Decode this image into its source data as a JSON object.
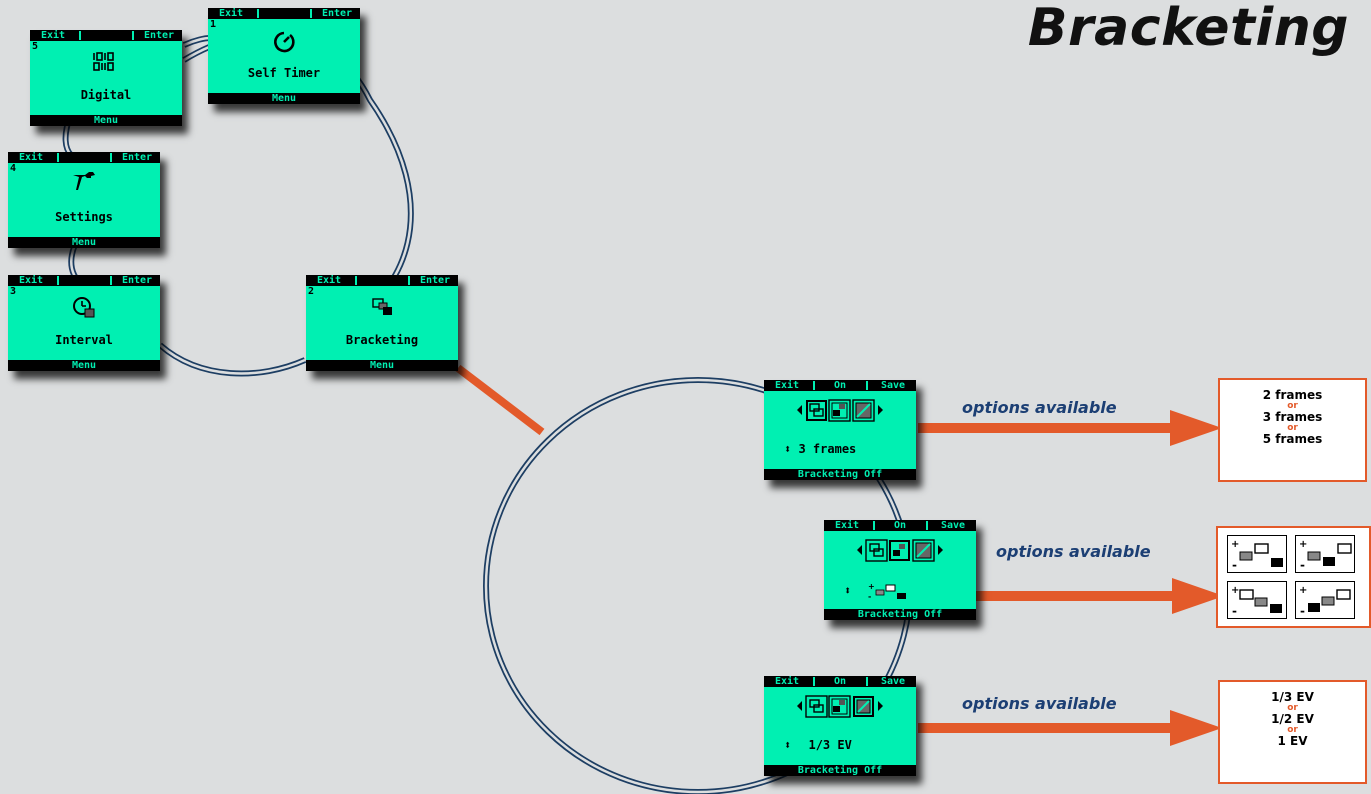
{
  "title": "Bracketing",
  "colors": {
    "screen": "#00f0b2",
    "accent": "#e35a2a",
    "label": "#1c3f74",
    "ring": "#1d3e63",
    "background": "#dcdedf"
  },
  "menu_screens": [
    {
      "id": "digital",
      "number": "5",
      "label": "Digital",
      "icon": "binary-icon",
      "left": "Exit",
      "mid": "",
      "right": "Enter",
      "bottom": "Menu"
    },
    {
      "id": "self-timer",
      "number": "1",
      "label": "Self Timer",
      "icon": "timer-icon",
      "left": "Exit",
      "mid": "",
      "right": "Enter",
      "bottom": "Menu"
    },
    {
      "id": "settings",
      "number": "4",
      "label": "Settings",
      "icon": "wrench-icon",
      "left": "Exit",
      "mid": "",
      "right": "Enter",
      "bottom": "Menu"
    },
    {
      "id": "interval",
      "number": "3",
      "label": "Interval",
      "icon": "interval-clock-icon",
      "left": "Exit",
      "mid": "",
      "right": "Enter",
      "bottom": "Menu"
    },
    {
      "id": "bracketing",
      "number": "2",
      "label": "Bracketing",
      "icon": "bracketing-icon",
      "left": "Exit",
      "mid": "",
      "right": "Enter",
      "bottom": "Menu"
    }
  ],
  "sub_screens": [
    {
      "id": "frames",
      "left": "Exit",
      "mid": "On",
      "right": "Save",
      "value": "3 frames",
      "bottom": "Bracketing Off",
      "selected_tab": 0
    },
    {
      "id": "sequence",
      "left": "Exit",
      "mid": "On",
      "right": "Save",
      "value": "",
      "bottom": "Bracketing Off",
      "selected_tab": 1
    },
    {
      "id": "ev-step",
      "left": "Exit",
      "mid": "On",
      "right": "Save",
      "value": "1/3 EV",
      "bottom": "Bracketing Off",
      "selected_tab": 2
    }
  ],
  "options_label": "options available",
  "option_boxes": {
    "frames": [
      "2 frames",
      "3 frames",
      "5 frames"
    ],
    "ev_step": [
      "1/3 EV",
      "1/2 EV",
      "1 EV"
    ],
    "separator": "or",
    "sequence_icons": [
      "sequence-normal-under-over-icon",
      "sequence-under-normal-over-icon",
      "sequence-over-normal-under-icon",
      "sequence-under-over-normal-icon"
    ]
  }
}
